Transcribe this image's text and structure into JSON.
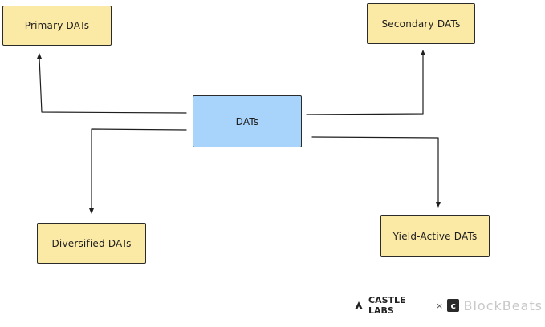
{
  "diagram": {
    "nodes": {
      "primary": "Primary DATs",
      "secondary": "Secondary DATs",
      "center": "DATs",
      "diversified": "Diversified DATs",
      "yield": "Yield-Active DATs"
    },
    "colors": {
      "leaf_fill": "#fbe9a6",
      "center_fill": "#a8d3fb",
      "stroke": "#1e1e1e"
    }
  },
  "watermark": {
    "brand_left": "CASTLE LABS",
    "separator": "×",
    "brand_right": "BlockBeats"
  }
}
